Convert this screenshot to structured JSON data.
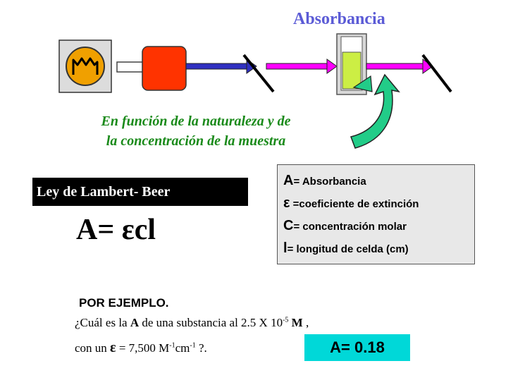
{
  "diagram": {
    "title": "Absorbancia",
    "caption_line1": "En función de la naturaleza y de",
    "caption_line2": "la concentración de la muestra",
    "icons": [
      "lamp-icon",
      "monochromator-icon",
      "slit-icon",
      "sample-cell-icon",
      "detector-slit-icon",
      "transmitted-light-curve-arrow-icon"
    ]
  },
  "law": {
    "name": "Ley de Lambert- Beer",
    "formula_a": "A=",
    "formula_epsilon": "ε",
    "formula_cl": "cl"
  },
  "legend": {
    "a_sym": "A",
    "a_text": "= Absorbancia",
    "e_sym": "ε",
    "e_text": " =coeficiente de extinción",
    "c_sym": "C",
    "c_text": "= concentración molar",
    "l_sym": "l",
    "l_text": "= longitud de celda (cm)"
  },
  "example": {
    "heading": "POR EJEMPLO.",
    "q1_a": "¿Cuál es la ",
    "q1_b": "A",
    "q1_c": " de una substancia al 2.5 X 10",
    "q1_exp": "-5",
    "q1_d": " M",
    "q1_e": " ,",
    "q2_a": "con un ",
    "q2_eps": "ε",
    "q2_b": " = 7,500 M",
    "q2_exp1": "-1",
    "q2_c": "cm",
    "q2_exp2": "-1",
    "q2_d": " ?.",
    "answer": "A= 0.18"
  },
  "colors": {
    "title": "#5b5bd6",
    "caption": "#1a8a1a",
    "lamp_fill": "#f0a000",
    "monochromator": "#ff3300",
    "beam_blue": "#3030c0",
    "beam_magenta": "#ff00ff",
    "cell": "#ccee44",
    "arrow_green": "#22cc88",
    "answer_bg": "#00d8d8"
  }
}
